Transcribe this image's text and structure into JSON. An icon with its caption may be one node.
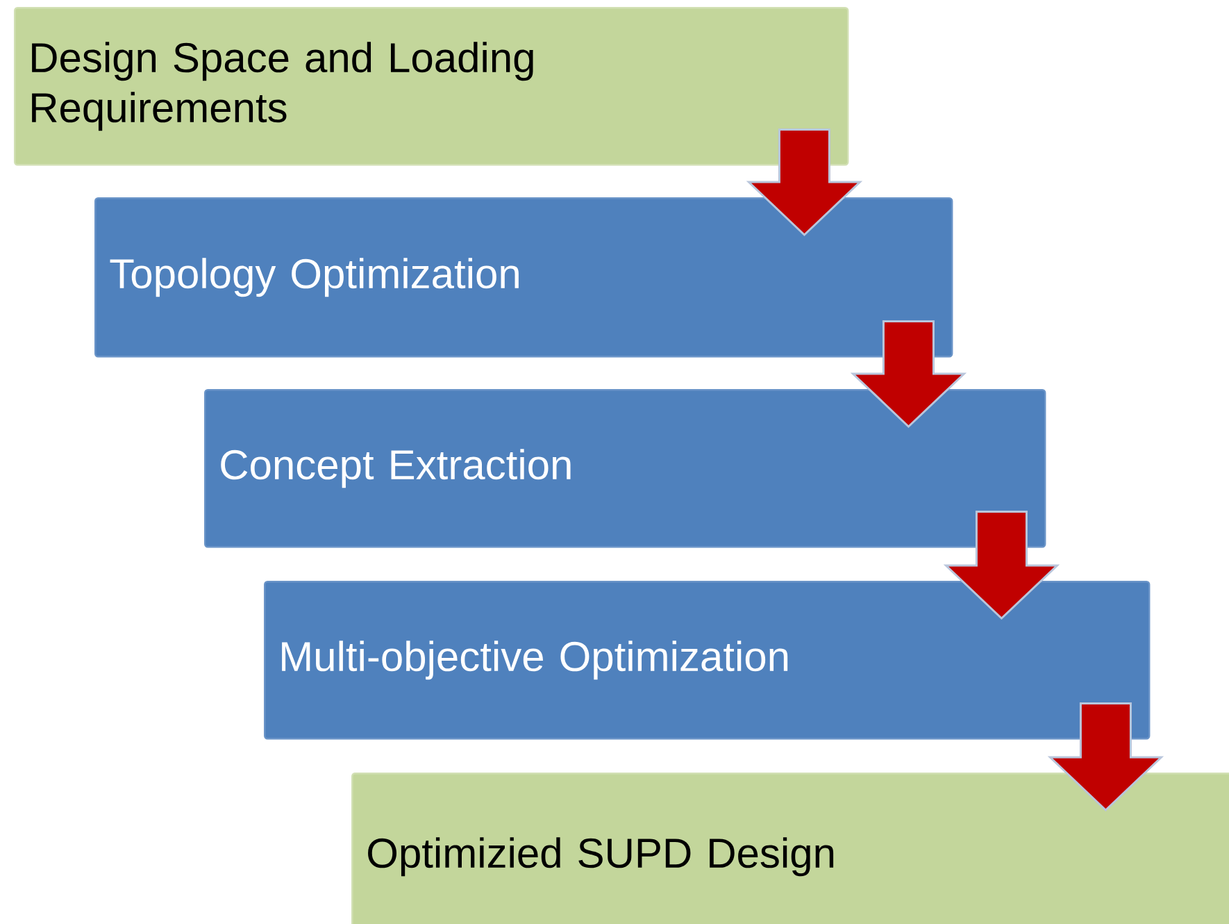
{
  "diagram": {
    "nodes": [
      {
        "text": [
          "Design Space and Loading Requirements"
        ]
      },
      {
        "text": [
          "Topology Optimization"
        ]
      },
      {
        "text": [
          "Concept Extraction"
        ]
      },
      {
        "text": [
          "Multi-objective Optimization"
        ]
      },
      {
        "text": [
          "Optimizied SUPD Design"
        ]
      }
    ],
    "edges": [
      {
        "from": 0,
        "to": 1,
        "arrow": "to"
      },
      {
        "from": 1,
        "to": 2,
        "arrow": "to"
      },
      {
        "from": 2,
        "to": 3,
        "arrow": "to"
      },
      {
        "from": 3,
        "to": 4,
        "arrow": "to"
      }
    ]
  }
}
